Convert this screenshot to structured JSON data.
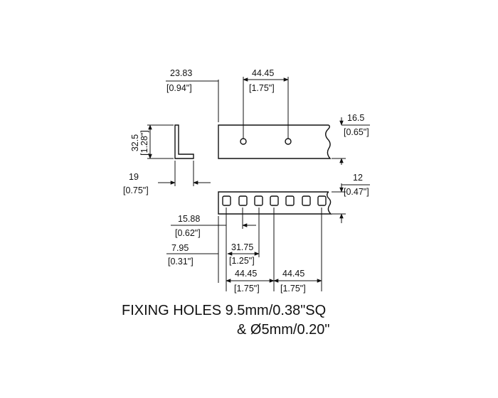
{
  "dimensions": {
    "flange_23_83": {
      "mm": "23.83",
      "in": "[0.94\"]"
    },
    "pitch_44_45_top": {
      "mm": "44.45",
      "in": "[1.75\"]"
    },
    "height_32_5": {
      "mm": "32.5",
      "in": "[1.28\"]"
    },
    "width_19": {
      "mm": "19",
      "in": "[0.75\"]"
    },
    "hole_16_5": {
      "mm": "16.5",
      "in": "[0.65\"]"
    },
    "hole_12": {
      "mm": "12",
      "in": "[0.47\"]"
    },
    "offset_15_88": {
      "mm": "15.88",
      "in": "[0.62\"]"
    },
    "offset_7_95": {
      "mm": "7.95",
      "in": "[0.31\"]"
    },
    "spacing_31_75": {
      "mm": "31.75",
      "in": "[1.25\"]"
    },
    "pitch_44_45_left": {
      "mm": "44.45",
      "in": "[1.75\"]"
    },
    "pitch_44_45_right": {
      "mm": "44.45",
      "in": "[1.75\"]"
    }
  },
  "caption": {
    "line1": "FIXING HOLES  9.5mm/0.38\"SQ",
    "line2": "& Ø5mm/0.20\""
  },
  "colors": {
    "ink": "#111111",
    "background": "#ffffff"
  }
}
